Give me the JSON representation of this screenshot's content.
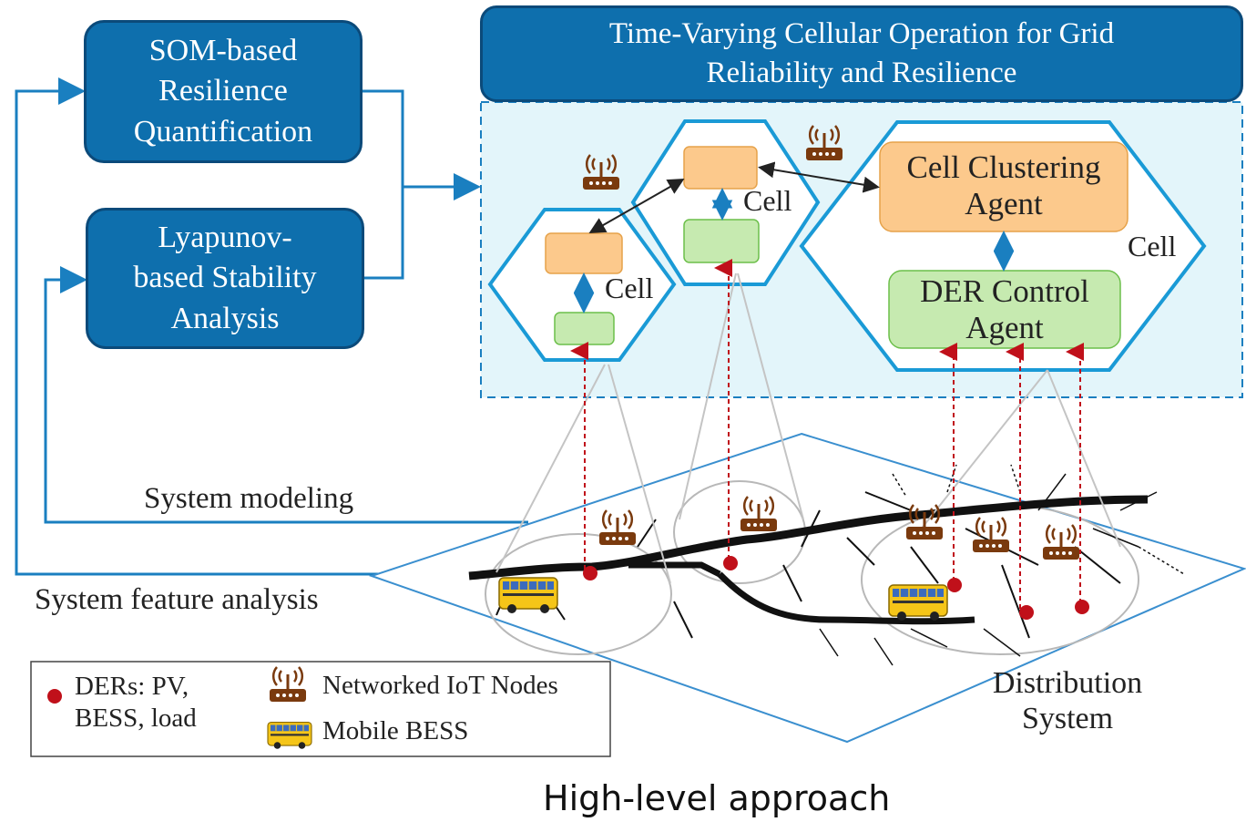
{
  "boxes": {
    "som": "SOM-based\nResilience\nQuantification",
    "lyapunov": "Lyapunov-\nbased Stability\nAnalysis",
    "header": "Time-Varying Cellular Operation for Grid\nReliability and Resilience"
  },
  "agents": {
    "cluster": "Cell Clustering\nAgent",
    "der": "DER Control\nAgent",
    "cell_label": "Cell"
  },
  "labels": {
    "system_modeling": "System modeling",
    "system_feature": "System feature analysis",
    "distribution": "Distribution\nSystem"
  },
  "legend": {
    "ders": "DERs: PV,\nBESS, load",
    "iot": "Networked IoT Nodes",
    "mobile": "Mobile BESS"
  },
  "caption": "High-level approach",
  "colors": {
    "box_blue": "#0e6fad",
    "hex_blue": "#1a9ad6",
    "region_fill": "#e3f5fa",
    "orange_agent": "#fcc98c",
    "green_agent": "#c6eab0",
    "der_red": "#c0101a",
    "router_brown": "#7a3a0e",
    "bus_yellow": "#f5c518"
  }
}
